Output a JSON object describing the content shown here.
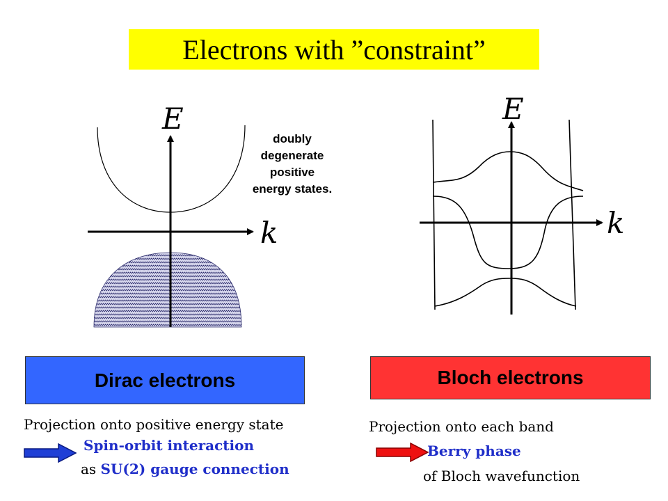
{
  "title": "Electrons with ”constraint”",
  "left_panel": {
    "axis_e": "E",
    "axis_k": "k",
    "note_lines": [
      "doubly",
      "degenerate",
      "positive",
      "energy states."
    ],
    "box_label": "Dirac electrons",
    "box_color": "#3366ff",
    "projection_text": "Projection onto positive energy state",
    "arrow_color": "#1f3fd6",
    "result_line1": "Spin-orbit interaction",
    "result_line2_prefix": "as",
    "result_line2_emph": "SU(2) gauge connection"
  },
  "right_panel": {
    "axis_e": "E",
    "axis_k": "k",
    "box_label": "Bloch electrons",
    "box_color": "#ff3333",
    "projection_text": "Projection onto each band",
    "arrow_color": "#ee1111",
    "result_line1": "Berry phase",
    "result_line2": "of Bloch wavefunction"
  }
}
